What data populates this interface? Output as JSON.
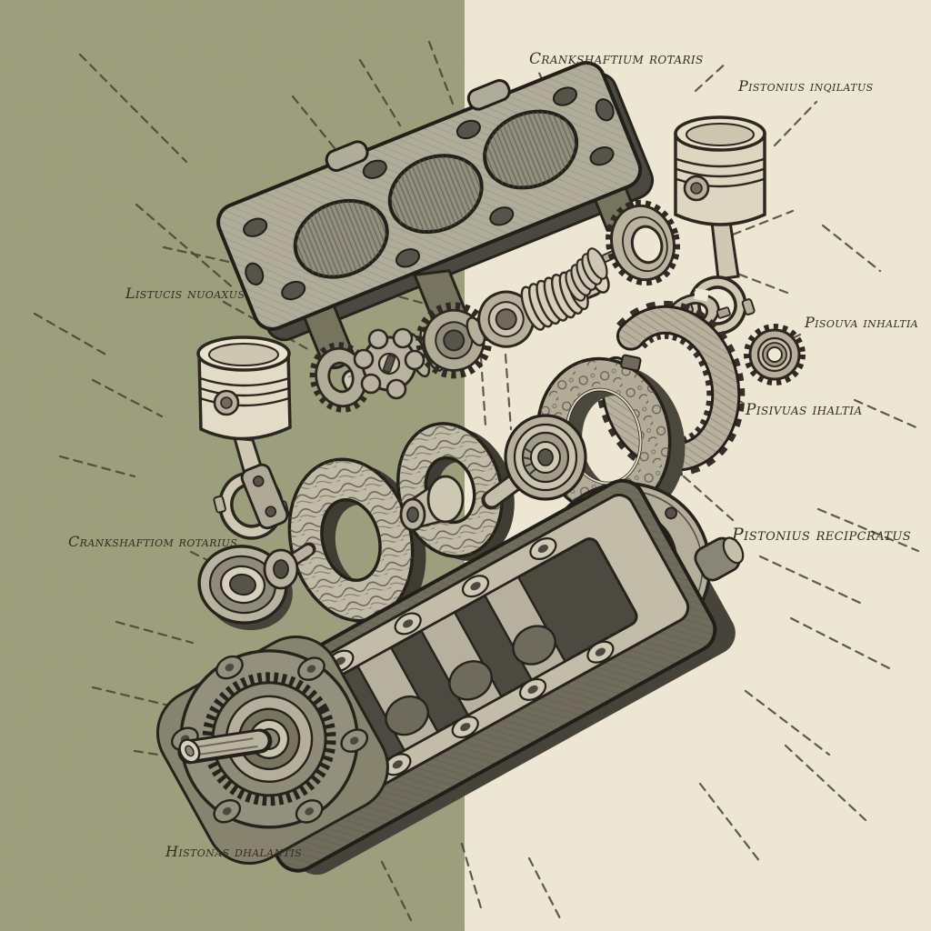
{
  "diagram": {
    "type": "exploded-engine-illustration",
    "labels": [
      {
        "id": "crankshaftium-rotaris",
        "text": "Crankshaftium rotaris"
      },
      {
        "id": "pistonius-inqilatus",
        "text": "Pistonius inqilatus"
      },
      {
        "id": "listucis-nuoaxus",
        "text": "Listucis nuoaxus"
      },
      {
        "id": "pisouva-inhaltia",
        "text": "Pisouva inhaltia"
      },
      {
        "id": "pisivuas-ihaltia",
        "text": "Pisivuas ihaltia"
      },
      {
        "id": "pistonius-recipcratus",
        "text": "Pistonius recipcratus"
      },
      {
        "id": "crankshaftiom-rotarius",
        "text": "Crankshaftiom rotarius"
      },
      {
        "id": "histonas-dhalantis",
        "text": "Histonas dhalantis"
      }
    ],
    "parts": [
      "cylinder-head-gasket-plate",
      "piston-with-connecting-rod-right",
      "piston-with-connecting-rod-left",
      "camshaft-with-gears",
      "valve-spring-large",
      "valve-spring-small",
      "timing-gear-upper",
      "small-cog-right",
      "synchronizer-ring-gear-segment",
      "engraved-flywheel-ring",
      "clutch-disc-large",
      "clutch-disc-small",
      "bearing-hub-with-shaft",
      "bearing-ring",
      "crankcase-with-timing-cover-and-gear"
    ],
    "palette": {
      "background_left": "#9da07d",
      "background_right": "#f0e9d6",
      "ink": "#25231b",
      "part_light": "#ddd7c1",
      "part_mid": "#a9a593",
      "part_dark": "#55534a",
      "label_ink": "#332d23"
    }
  }
}
